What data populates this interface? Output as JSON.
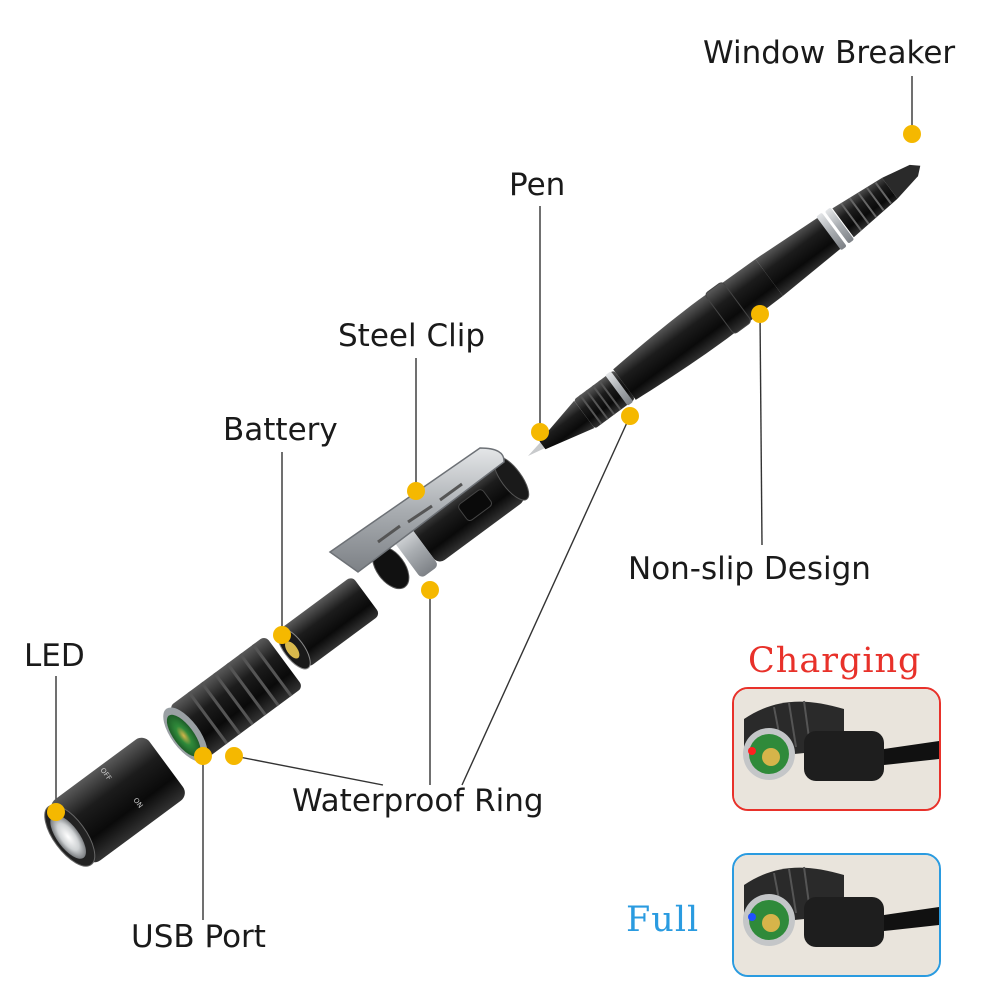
{
  "labels": {
    "window_breaker": "Window Breaker",
    "pen": "Pen",
    "steel_clip": "Steel Clip",
    "battery": "Battery",
    "non_slip_design": "Non-slip Design",
    "led": "LED",
    "waterproof_ring": "Waterproof Ring",
    "usb_port": "USB Port"
  },
  "cap_markings": {
    "on": "ON",
    "off": "OFF"
  },
  "charging_panel": {
    "label": "Charging",
    "label_color": "#e8312a",
    "indicator": "red-led",
    "indicator_color": "#ff2020"
  },
  "full_panel": {
    "label": "Full",
    "label_color": "#2a9be0",
    "indicator": "blue-led",
    "indicator_color": "#2050ff"
  },
  "colors": {
    "marker": "#f5b800",
    "leader_line": "#333333",
    "pen_body": "#141414",
    "steel": "#b8bcc0"
  }
}
